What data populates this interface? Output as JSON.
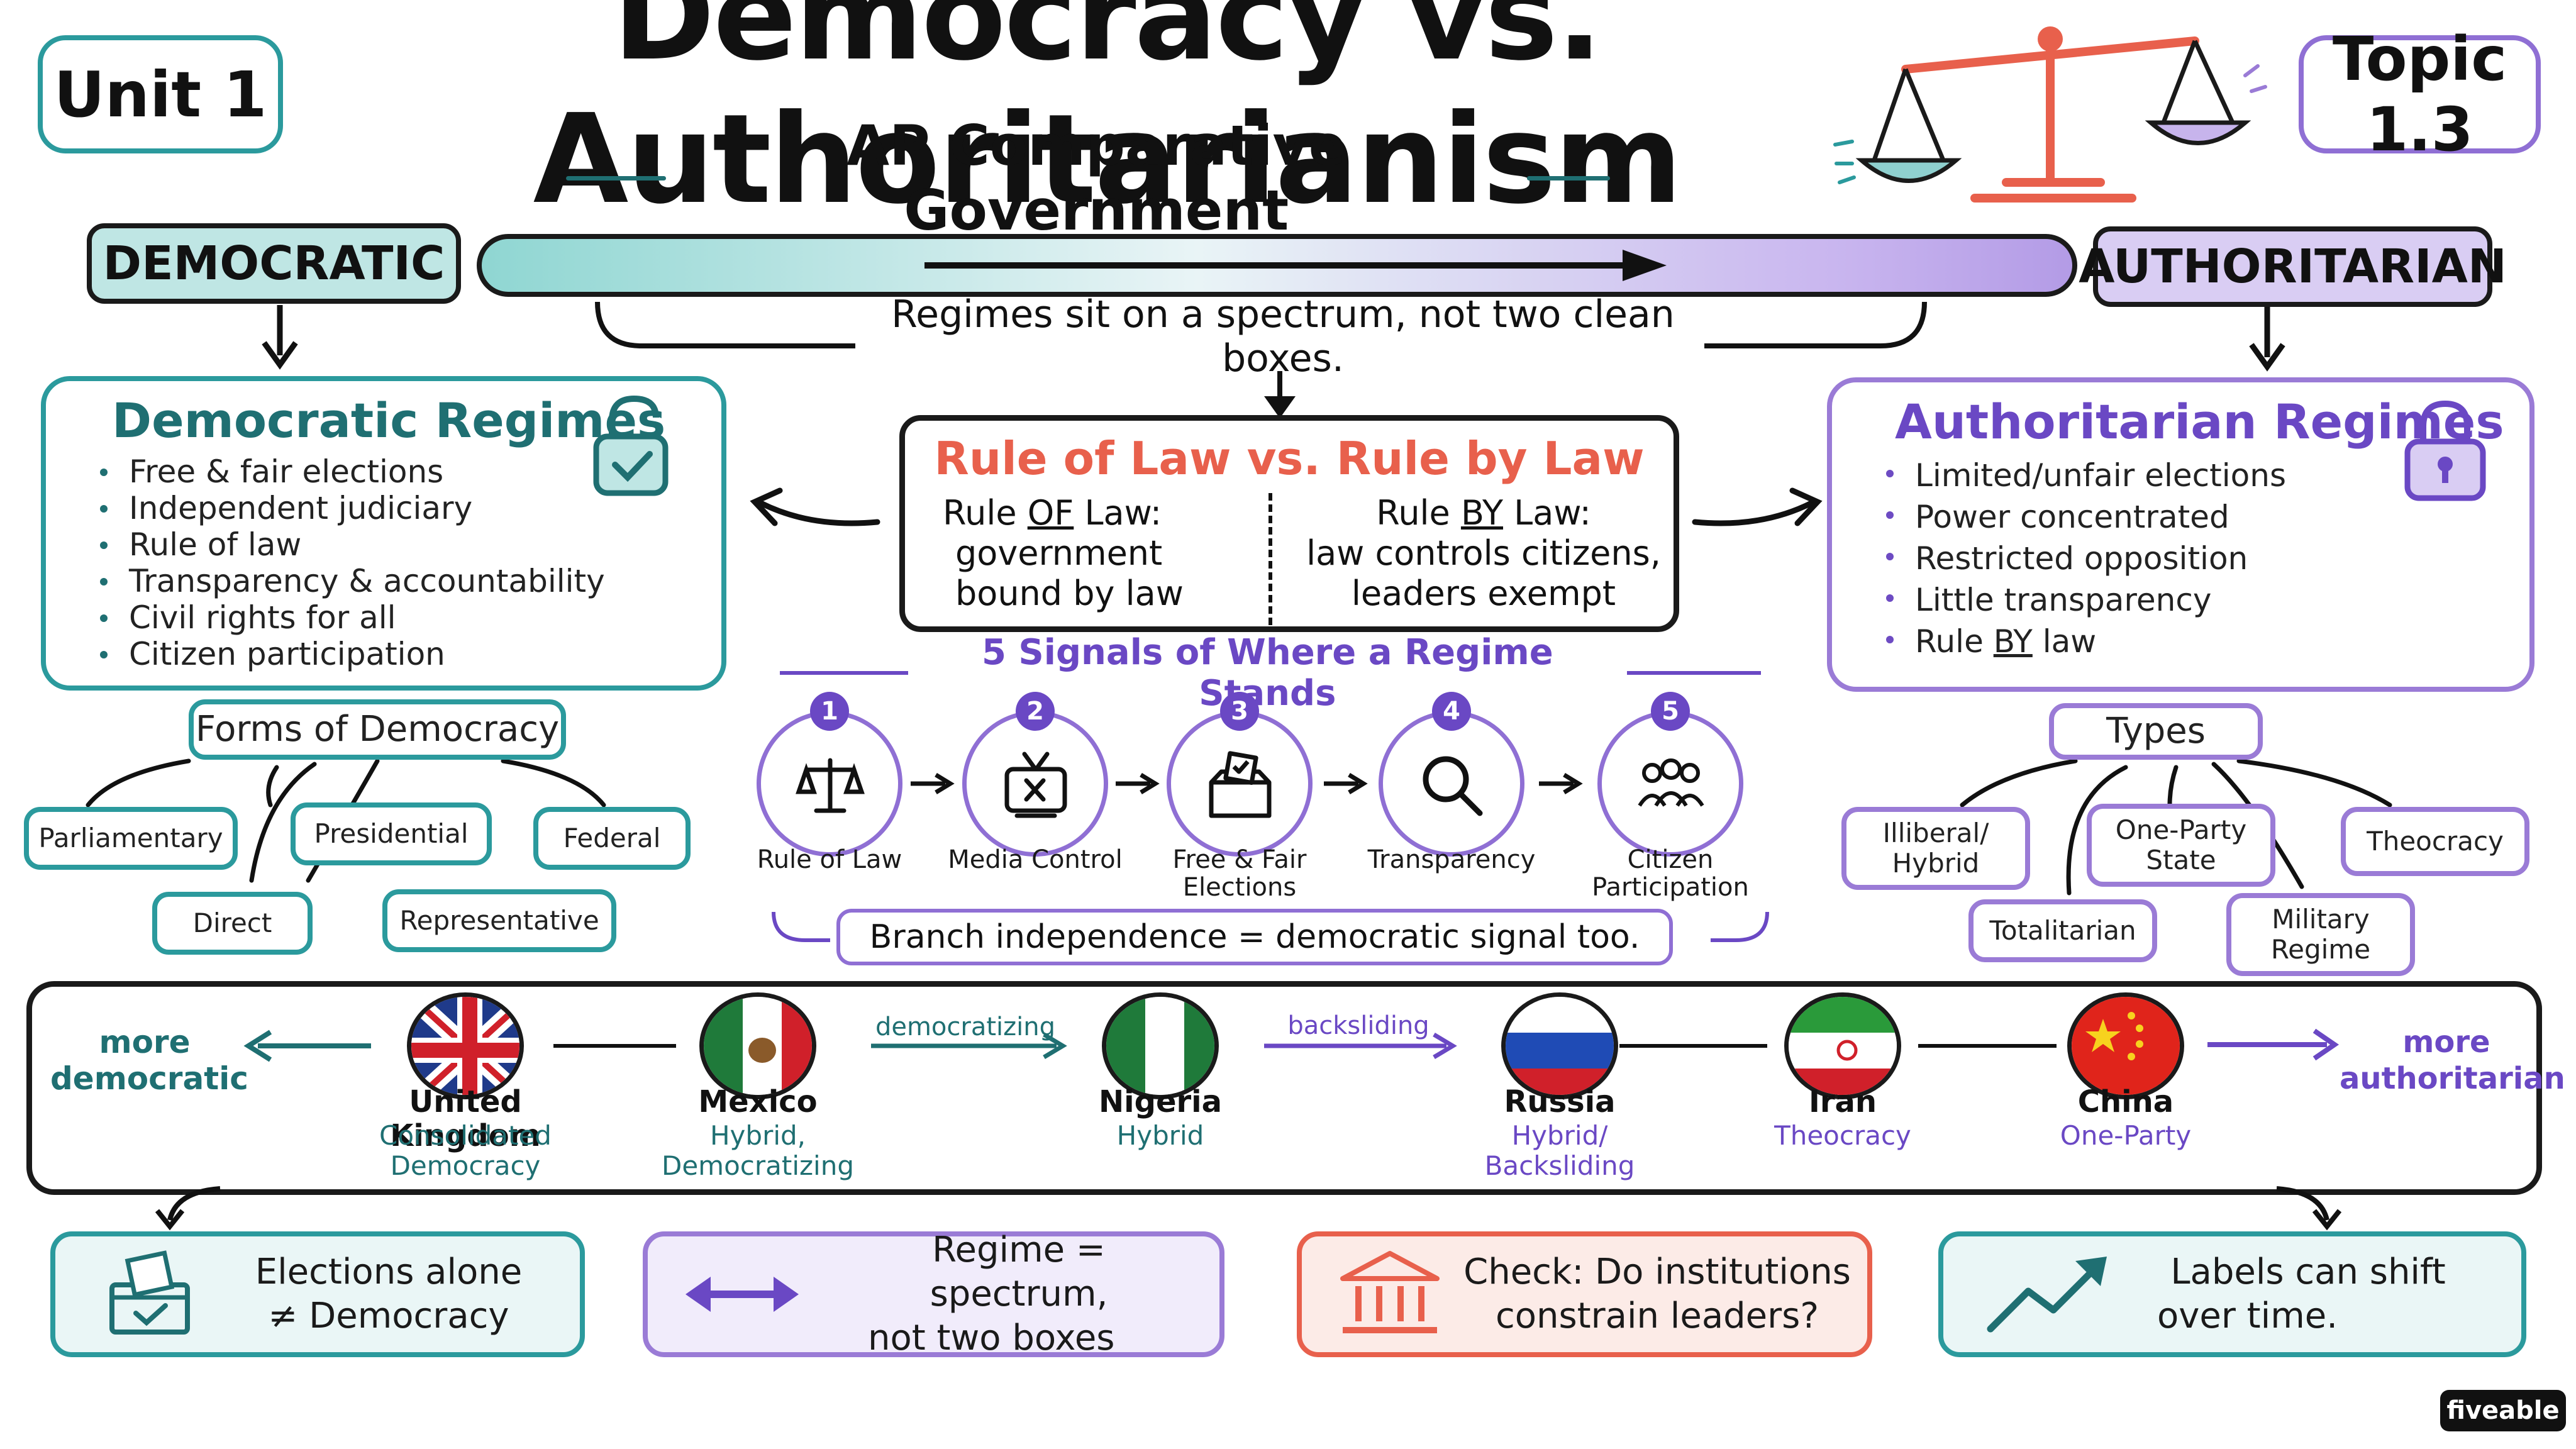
{
  "header": {
    "unit": "Unit 1",
    "title": "Democracy vs. Authoritarianism",
    "subtitle": "AP Comparative Government",
    "topic": "Topic 1.3"
  },
  "spectrum": {
    "left_label": "DEMOCRATIC",
    "right_label": "AUTHORITARIAN",
    "note": "Regimes sit on a spectrum, not two clean boxes."
  },
  "democratic": {
    "title": "Democratic Regimes",
    "items": [
      "Free & fair elections",
      "Independent judiciary",
      "Rule of law",
      "Transparency & accountability",
      "Civil rights for all",
      "Citizen participation"
    ],
    "forms_title": "Forms of Democracy",
    "forms": [
      "Parliamentary",
      "Presidential",
      "Federal",
      "Direct",
      "Representative"
    ]
  },
  "rule_of_law": {
    "title": "Rule of Law vs. Rule by Law",
    "left_head_pre": "Rule ",
    "left_head_em": "OF",
    "left_head_post": " Law:",
    "left_line1": "government",
    "left_line2": "bound by law",
    "right_head_pre": "Rule ",
    "right_head_em": "BY",
    "right_head_post": " Law:",
    "right_line1": "law controls citizens,",
    "right_line2": "leaders exempt"
  },
  "authoritarian": {
    "title": "Authoritarian Regimes",
    "items": [
      "Limited/unfair elections",
      "Power concentrated",
      "Restricted opposition",
      "Little transparency"
    ],
    "last_pre": "Rule ",
    "last_em": "BY",
    "last_post": " law",
    "types_title": "Types",
    "types": [
      "Illiberal/ Hybrid",
      "One-Party State",
      "Theocracy",
      "Totalitarian",
      "Military Regime"
    ]
  },
  "signals": {
    "title": "5 Signals of Where a Regime Stands",
    "items": [
      {
        "num": "1",
        "label": "Rule of Law",
        "icon": "scale-icon"
      },
      {
        "num": "2",
        "label": "Media Control",
        "icon": "tv-icon"
      },
      {
        "num": "3",
        "label": "Free & Fair Elections",
        "icon": "ballot-box-icon"
      },
      {
        "num": "4",
        "label": "Transparency",
        "icon": "magnifier-icon"
      },
      {
        "num": "5",
        "label": "Citizen Participation",
        "icon": "people-icon"
      }
    ],
    "note": "Branch independence = democratic signal too."
  },
  "countries": {
    "more_democratic": "more democratic",
    "more_authoritarian": "more authoritarian",
    "democratizing": "democratizing",
    "backsliding": "backsliding",
    "items": [
      {
        "name": "United Kingdom",
        "status": "Consolidated Democracy",
        "flag": "uk-flag"
      },
      {
        "name": "Mexico",
        "status": "Hybrid, Democratizing",
        "flag": "mexico-flag"
      },
      {
        "name": "Nigeria",
        "status": "Hybrid",
        "flag": "nigeria-flag"
      },
      {
        "name": "Russia",
        "status": "Hybrid/ Backsliding",
        "flag": "russia-flag"
      },
      {
        "name": "Iran",
        "status": "Theocracy",
        "flag": "iran-flag"
      },
      {
        "name": "China",
        "status": "One-Party",
        "flag": "china-flag"
      }
    ]
  },
  "takeaways": [
    {
      "line1": "Elections alone",
      "line2": "≠ Democracy",
      "icon": "ballot-check-icon"
    },
    {
      "line1": "Regime = spectrum,",
      "line2": "not two boxes",
      "icon": "double-arrow-icon"
    },
    {
      "line1": "Check: Do institutions",
      "line2": "constrain leaders?",
      "icon": "institution-icon"
    },
    {
      "line1": "Labels can shift",
      "line2": "over time.",
      "icon": "trend-up-icon"
    }
  ],
  "brand": "fiveable",
  "colors": {
    "teal": "#2b9a9d",
    "teal_dark": "#1f6f72",
    "purple": "#9a7bd6",
    "purple_dark": "#6a48c4",
    "coral": "#e8604c"
  }
}
